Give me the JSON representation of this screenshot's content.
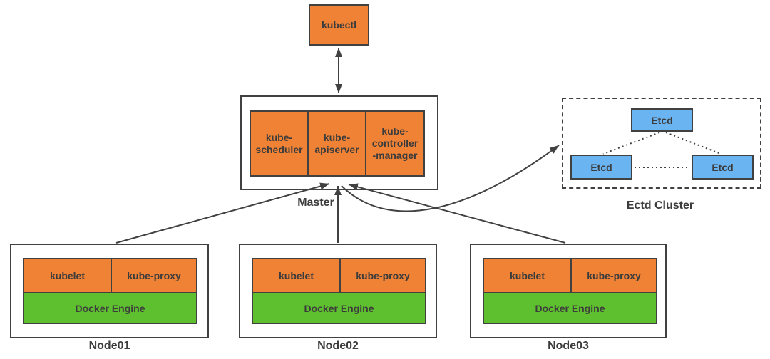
{
  "colors": {
    "orange": "#f08236",
    "green": "#5fc02f",
    "blue": "#6bb4f2",
    "line": "#414141",
    "text": "#3c3c3c",
    "bg": "#ffffff"
  },
  "kubectl": {
    "label": "kubectl"
  },
  "master": {
    "label": "Master",
    "components": [
      {
        "label": "kube-\nscheduler"
      },
      {
        "label": "kube-\napiserver"
      },
      {
        "label": "kube-\ncontroller\n-manager"
      }
    ]
  },
  "etcd_cluster": {
    "label": "Ectd Cluster",
    "nodes": [
      {
        "label": "Etcd"
      },
      {
        "label": "Etcd"
      },
      {
        "label": "Etcd"
      }
    ]
  },
  "nodes": [
    {
      "name": "Node01",
      "kubelet": "kubelet",
      "kube_proxy": "kube-proxy",
      "docker": "Docker Engine"
    },
    {
      "name": "Node02",
      "kubelet": "kubelet",
      "kube_proxy": "kube-proxy",
      "docker": "Docker Engine"
    },
    {
      "name": "Node03",
      "kubelet": "kubelet",
      "kube_proxy": "kube-proxy",
      "docker": "Docker Engine"
    }
  ],
  "connections": [
    {
      "from": "kubectl",
      "to": "Master",
      "style": "double-arrow"
    },
    {
      "from": "Node01",
      "to": "kube-apiserver",
      "style": "arrow"
    },
    {
      "from": "Node02",
      "to": "kube-apiserver",
      "style": "arrow"
    },
    {
      "from": "Node03",
      "to": "kube-apiserver",
      "style": "arrow"
    },
    {
      "from": "kube-apiserver",
      "to": "Ectd Cluster",
      "style": "curved-arrow"
    },
    {
      "from": "Etcd-top",
      "to": "Etcd-left",
      "style": "dotted"
    },
    {
      "from": "Etcd-top",
      "to": "Etcd-right",
      "style": "dotted"
    },
    {
      "from": "Etcd-left",
      "to": "Etcd-right",
      "style": "dotted"
    }
  ]
}
